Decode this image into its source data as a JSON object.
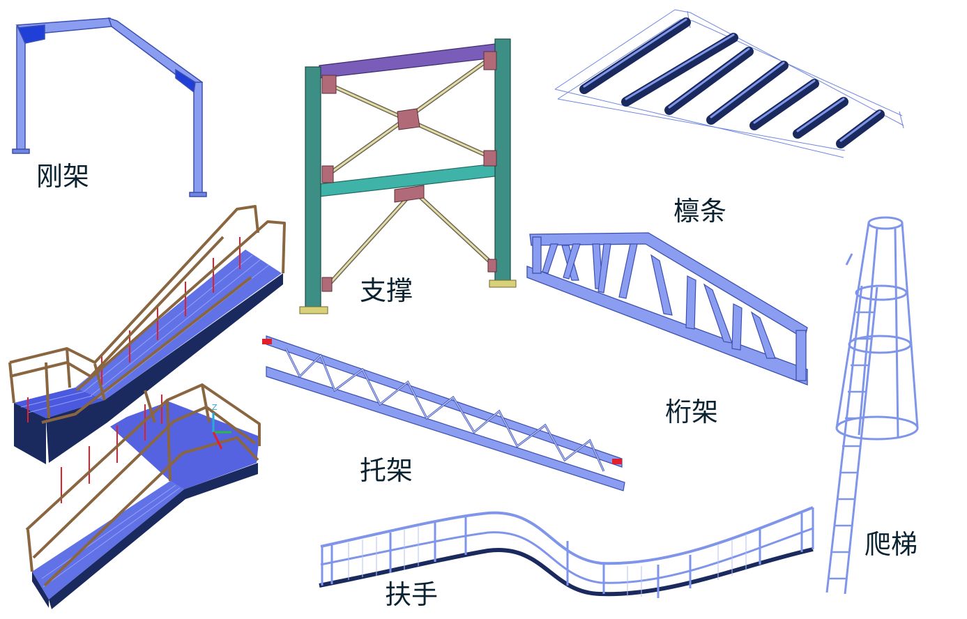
{
  "labels": {
    "rigid_frame": "刚架",
    "bracing": "支撑",
    "purlin": "檩条",
    "truss": "桁架",
    "bracket": "托架",
    "handrail": "扶手",
    "ladder": "爬梯"
  },
  "colors": {
    "member_blue": "#7f95ea",
    "member_stroke": "#3b4fb0",
    "column_teal": "#3d8f86",
    "beam_purple": "#7a5db8",
    "beam_green": "#3fb3a8",
    "gusset": "#b06a78",
    "rod": "#d9cf9c",
    "purlin_dark": "#1a2a5e",
    "rail_brown": "#8a6640",
    "post_red": "#e0202a",
    "grating_blue": "#2a3cd8",
    "label_text": "#0b2230"
  }
}
